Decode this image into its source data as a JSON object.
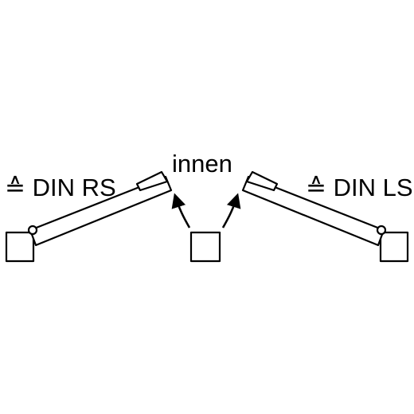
{
  "labels": {
    "left": "≙ DIN RS",
    "center": "innen",
    "right": "≙ DIN LS"
  },
  "colors": {
    "line": "#000000",
    "background": "#ffffff"
  }
}
